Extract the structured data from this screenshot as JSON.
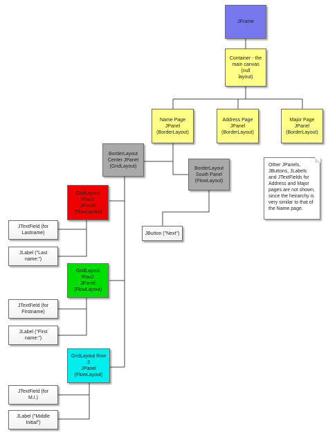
{
  "nodes": {
    "jframe": "JFrame",
    "container": "Container - the\nmain canvas (null\nlayout)",
    "name_page": "Name Page\nJPanel\n(BorderLayout)",
    "address_page": "Address Page\nJPanel\n(BorderLayout)",
    "major_page": "Major Page\nJPanel\n(BorderLayout)",
    "center_panel": "BorderLayout\nCenter JPanel\n(GridLayout)",
    "south_panel": "BorderLayout\nSouth Panel\n(FlowLayout)",
    "button_next": "JButton (\"Next\")",
    "row1": "GridLayout Row1\nJPanel\n(FlowLayout)",
    "tf_lastname": "JTextField (for\nLastname)",
    "lbl_lastname": "JLabel (\"Last\nname:\")",
    "row2": "GridLayout Row2\nJPanel\n(FlowLayout)",
    "tf_firstname": "JTextField (for\nFirstname)",
    "lbl_firstname": "JLabel (\"First\nname:\")",
    "row3": "GridLayout Row 3\nJPanel\n(FlowLayout)",
    "tf_mi": "JTextField (for\nM.I.)",
    "lbl_mi": "JLabel (\"Middle\nInitial\")"
  },
  "note": "Other JPanels, JButtons, JLabels and JTextFields for Address and Major pages are not shown, since the heirarchy is very similar to that of the Name page.",
  "colors": {
    "jframe": "#7777ee",
    "yellow": "#ffff88",
    "gray": "#a9a9a9",
    "red": "#ee0000",
    "green": "#00dd00",
    "cyan": "#00eeee"
  }
}
